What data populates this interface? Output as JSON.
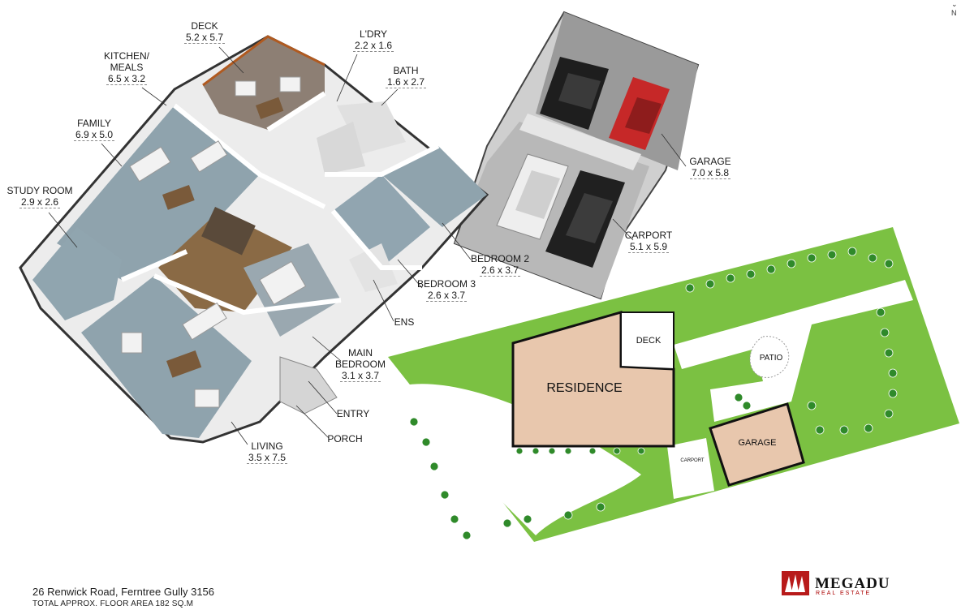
{
  "floorplan": {
    "rooms": [
      {
        "id": "deck",
        "name": "DECK",
        "dim": "5.2 x 5.7"
      },
      {
        "id": "laundry",
        "name": "L'DRY",
        "dim": "2.2 x 1.6"
      },
      {
        "id": "kitchen",
        "name": "KITCHEN/ MEALS",
        "dim": "6.5 x 3.2"
      },
      {
        "id": "bath",
        "name": "BATH",
        "dim": "1.6 x 2.7"
      },
      {
        "id": "family",
        "name": "FAMILY",
        "dim": "6.9 x 5.0"
      },
      {
        "id": "garage",
        "name": "GARAGE",
        "dim": "7.0 x 5.8"
      },
      {
        "id": "study",
        "name": "STUDY ROOM",
        "dim": "2.9 x 2.6"
      },
      {
        "id": "carport",
        "name": "CARPORT",
        "dim": "5.1 x 5.9"
      },
      {
        "id": "bed2",
        "name": "BEDROOM 2",
        "dim": "2.6 x 3.7"
      },
      {
        "id": "bed3",
        "name": "BEDROOM 3",
        "dim": "2.6 x 3.7"
      },
      {
        "id": "ens",
        "name": "ENS",
        "dim": ""
      },
      {
        "id": "mainbed",
        "name": "MAIN BEDROOM",
        "dim": "3.1 x 3.7"
      },
      {
        "id": "entry",
        "name": "ENTRY",
        "dim": ""
      },
      {
        "id": "porch",
        "name": "PORCH",
        "dim": ""
      },
      {
        "id": "living",
        "name": "LIVING",
        "dim": "3.5 x 7.5"
      }
    ]
  },
  "siteplan": {
    "residence": "RESIDENCE",
    "deck": "DECK",
    "patio": "PATIO",
    "garage": "GARAGE",
    "carport": "CARPORT"
  },
  "footer": {
    "address": "26 Renwick Road, Ferntree Gully 3156",
    "area": "TOTAL APPROX. FLOOR AREA 182 SQ.M"
  },
  "brand": {
    "name": "MEGADU",
    "tagline": "REAL ESTATE",
    "accent": "#b81a1a"
  },
  "compass": {
    "north": "N"
  },
  "colors": {
    "lawn": "#7bc142",
    "tree": "#2f8a2a",
    "building": "#e8c7ad",
    "floor_grey": "#8fa3ad",
    "floor_wood": "#8a6a45",
    "wall": "#ffffff"
  }
}
